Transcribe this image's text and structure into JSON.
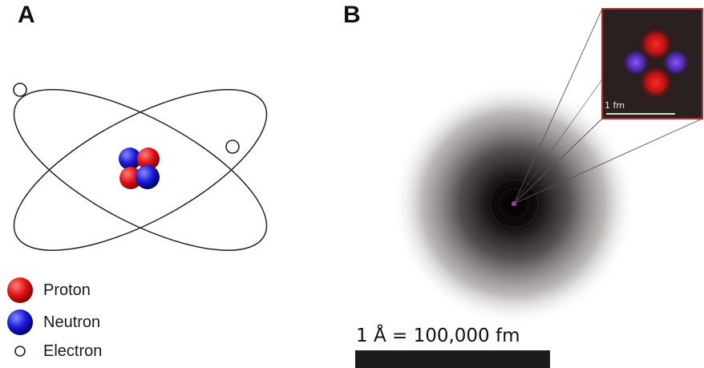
{
  "panels": {
    "a": {
      "label": "A"
    },
    "b": {
      "label": "B"
    }
  },
  "legend": {
    "proton": "Proton",
    "neutron": "Neutron",
    "electron": "Electron"
  },
  "scale": {
    "atom_label": "1 Å = 100,000 fm",
    "inset_label": "1 fm"
  },
  "colors": {
    "proton": "#e01414",
    "neutron": "#1a1ad6",
    "electron_fill": "#ffffff",
    "orbit": "#222222",
    "inset_border": "#b03030",
    "cloud": "#000000"
  }
}
